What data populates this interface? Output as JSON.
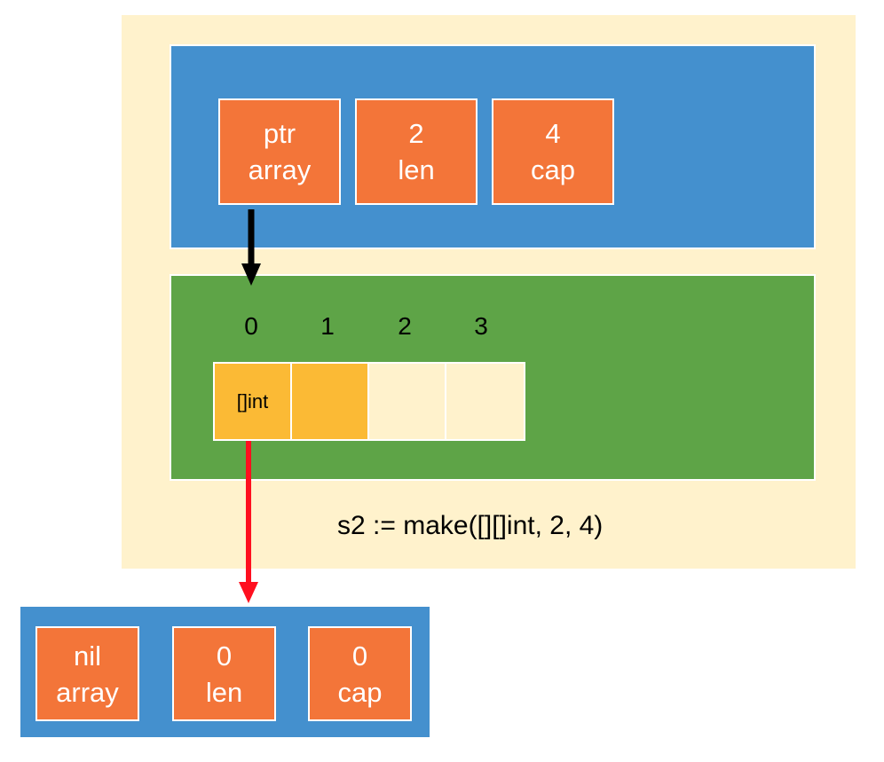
{
  "header": {
    "fields": [
      {
        "top": "ptr",
        "bottom": "array"
      },
      {
        "top": "2",
        "bottom": "len"
      },
      {
        "top": "4",
        "bottom": "cap"
      }
    ]
  },
  "array": {
    "indices": [
      "0",
      "1",
      "2",
      "3"
    ],
    "cells": [
      {
        "text": "[]int",
        "state": "filled"
      },
      {
        "text": "",
        "state": "filled"
      },
      {
        "text": "",
        "state": "empty"
      },
      {
        "text": "",
        "state": "empty"
      }
    ]
  },
  "caption": "s2 := make([][]int, 2, 4)",
  "nested_header": {
    "fields": [
      {
        "top": "nil",
        "bottom": "array"
      },
      {
        "top": "0",
        "bottom": "len"
      },
      {
        "top": "0",
        "bottom": "cap"
      }
    ]
  },
  "colors": {
    "background": "#fff2cc",
    "header_blue": "#4490ce",
    "array_green": "#5ea447",
    "field_orange": "#f37539",
    "cell_filled": "#fbba35",
    "cell_empty": "#fff2cc",
    "pointer_arrow": "#000000",
    "element_arrow": "#ff0f1f"
  }
}
